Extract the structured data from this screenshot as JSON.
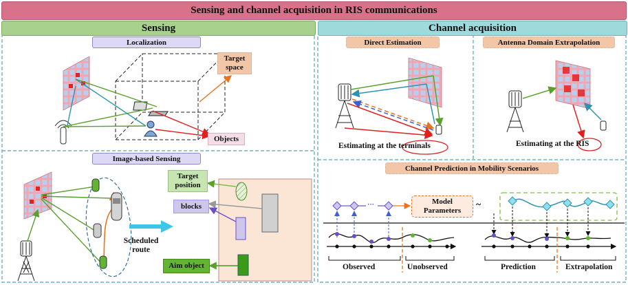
{
  "title": "Sensing and channel acquisition in RIS communications",
  "sensing": {
    "header": "Sensing",
    "localization": {
      "label": "Localization",
      "target_space": "Target\nspace",
      "objects": "Objects"
    },
    "image_based": {
      "label": "Image-based Sensing",
      "target_position": "Target\nposition",
      "blocks": "blocks",
      "aim_object": "Aim object",
      "scheduled_route": "Scheduled\nroute"
    }
  },
  "channel": {
    "header": "Channel acquisition",
    "direct": {
      "label": "Direct Estimation",
      "caption_prefix": "Estimating at the",
      "caption_highlight": "terminals"
    },
    "antenna": {
      "label": "Antenna Domain Extrapolation",
      "caption_prefix": "Estimating at the",
      "caption_highlight": "RIS"
    },
    "prediction": {
      "label": "Channel Prediction in Mobility Scenarios",
      "model_params": "Model\nParameters",
      "tilde": "~",
      "dots": "···",
      "observed": "Observed",
      "unobserved": "Unobserved",
      "prediction": "Prediction",
      "extrapolation": "Extrapolation"
    }
  },
  "colors": {
    "title_bg": "#d9718a",
    "sensing_header": "#a9d18e",
    "channel_header": "#9ed9dc",
    "pill_bg": "#dcd8f5",
    "red_pill_bg": "#f4c6a8",
    "target_box": "#f4c6a8",
    "objects_box": "#f5dde7",
    "target_position_box": "#c7e5b0",
    "blocks_box": "#cfc6ec",
    "aim_object_box": "#63b531",
    "dashed_border": "#55a5b5"
  }
}
